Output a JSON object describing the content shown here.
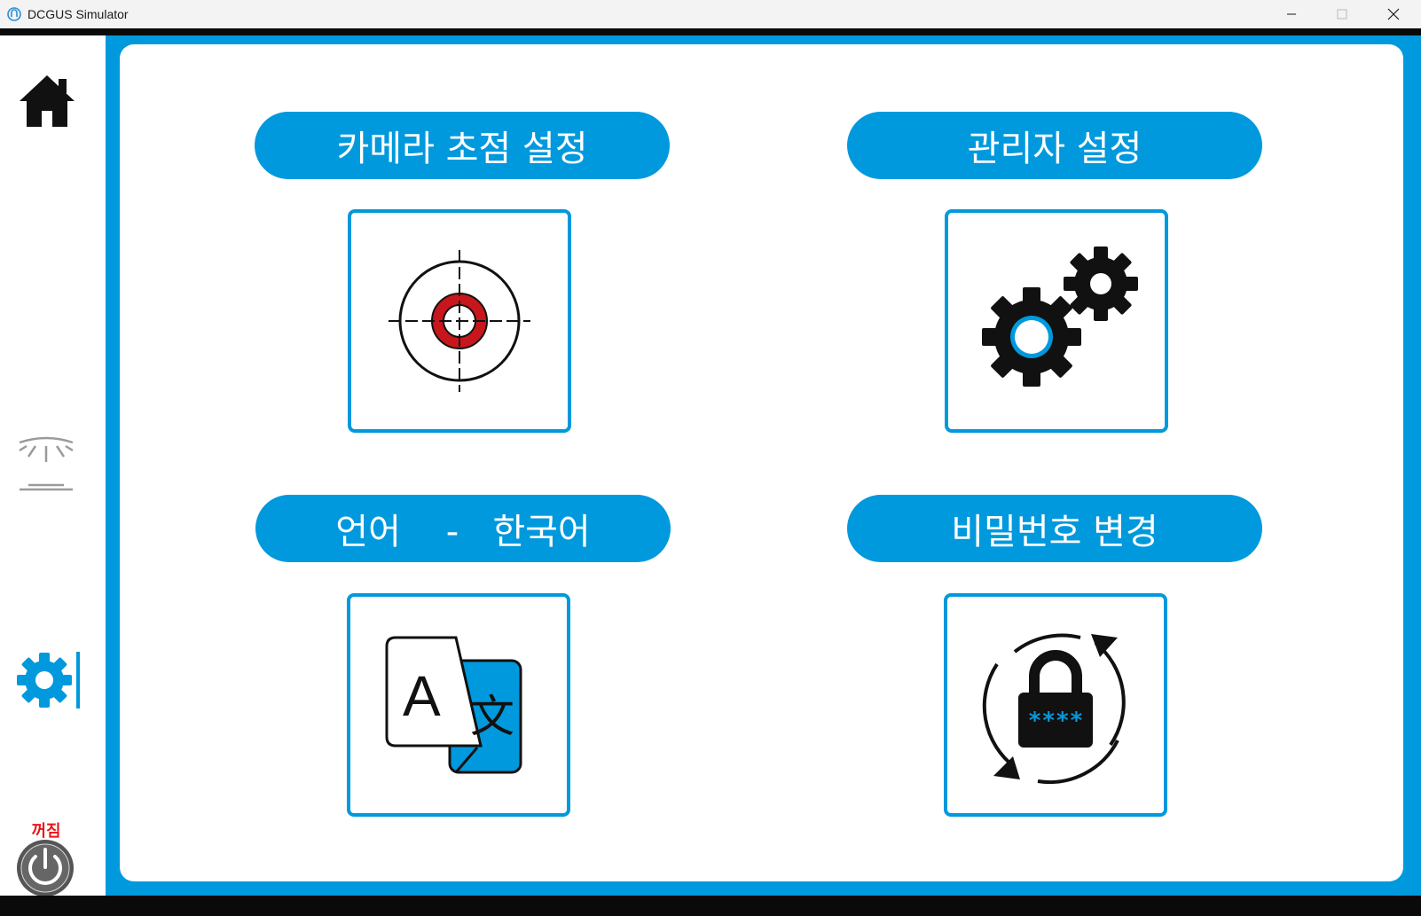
{
  "window": {
    "title": "DCGUS Simulator",
    "controls": [
      "minimize-icon",
      "maximize-icon",
      "close-icon"
    ]
  },
  "sidebar": {
    "items": [
      {
        "icon": "home-icon"
      },
      {
        "icon": "lamp-icon"
      },
      {
        "icon": "gear-icon",
        "active": true
      }
    ],
    "power": {
      "label": "꺼짐",
      "icon": "power-icon"
    }
  },
  "tiles": [
    {
      "label": "카메라 초점 설정",
      "icon": "target-icon"
    },
    {
      "label": "관리자 설정",
      "icon": "gears-icon"
    },
    {
      "label": "언어    -   한국어",
      "icon": "translate-icon"
    },
    {
      "label": "비밀번호 변경",
      "icon": "password-lock-icon"
    }
  ],
  "colors": {
    "accent": "#0099dd",
    "target_ring": "#c8161d",
    "power_label": "#e8151b",
    "text_on_accent": "#ffffff"
  }
}
